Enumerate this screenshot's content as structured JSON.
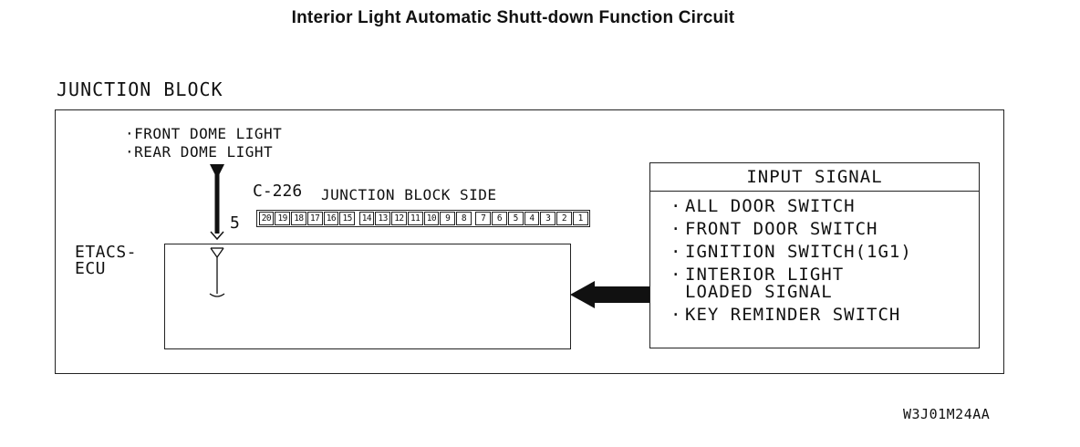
{
  "title": "Interior Light Automatic Shutt-down Function Circuit",
  "junction_block": {
    "label": "JUNCTION BLOCK",
    "dome_lights": [
      "FRONT DOME LIGHT",
      "REAR DOME LIGHT"
    ],
    "connector": {
      "id": "C-226",
      "side_label": "JUNCTION BLOCK SIDE",
      "pin_used": "5",
      "pins": [
        "20",
        "19",
        "18",
        "17",
        "16",
        "15",
        "14",
        "13",
        "12",
        "11",
        "10",
        "9",
        "8",
        "7",
        "6",
        "5",
        "4",
        "3",
        "2",
        "1"
      ]
    },
    "ecu_label": "ETACS-\nECU"
  },
  "input_signal": {
    "title": "INPUT SIGNAL",
    "items": [
      "ALL DOOR SWITCH",
      "FRONT DOOR SWITCH",
      "IGNITION SWITCH(1G1)",
      "INTERIOR LIGHT\nLOADED SIGNAL",
      "KEY REMINDER SWITCH"
    ]
  },
  "figure_code": "W3J01M24AA"
}
